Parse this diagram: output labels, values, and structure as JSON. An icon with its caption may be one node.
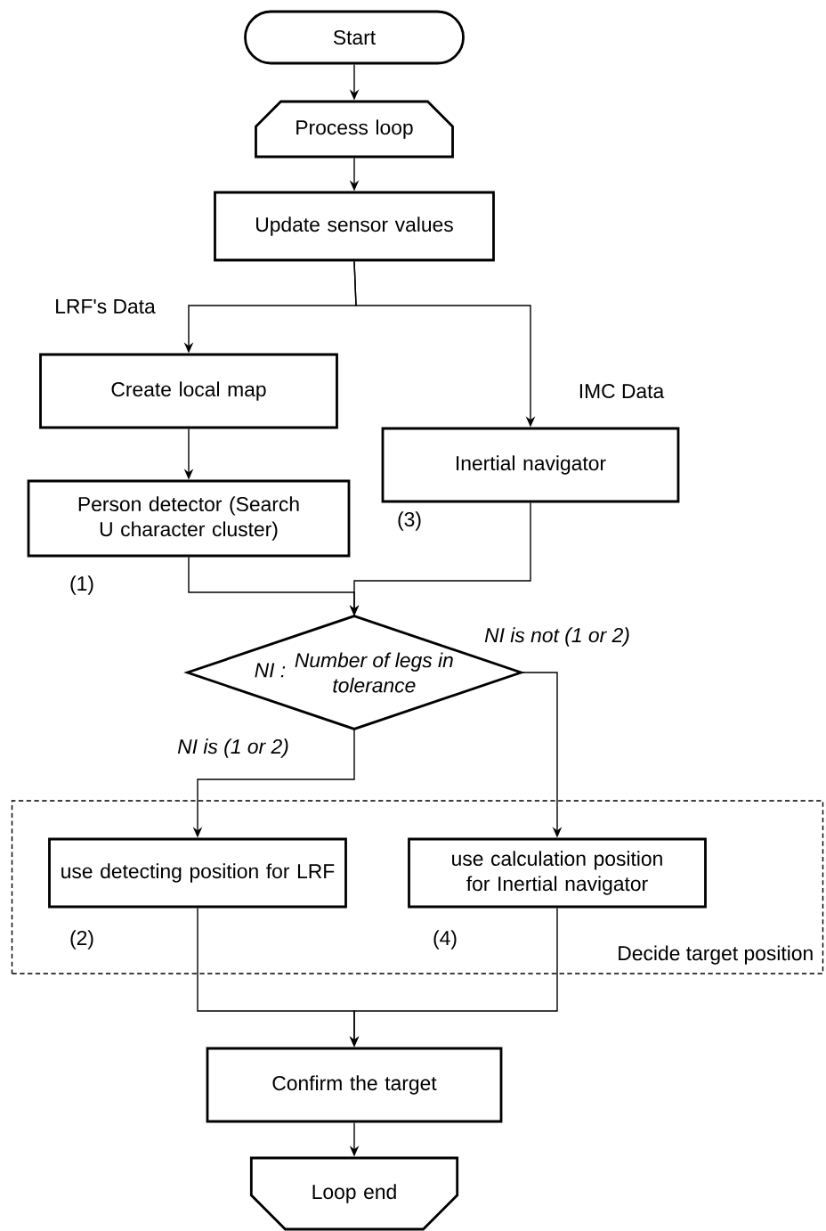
{
  "diagram": {
    "nodes": [
      {
        "text": [
          "Start"
        ]
      },
      {
        "text": [
          "Process loop"
        ]
      },
      {
        "text": [
          "Update sensor values"
        ]
      },
      {
        "text": [
          "Create local map"
        ]
      },
      {
        "text": [
          "Inertial navigator"
        ],
        "beside": [
          "(3)"
        ]
      },
      {
        "text": [
          "Person detector (Search U character cluster)"
        ],
        "beside": [
          "(1)"
        ]
      },
      {
        "text": [
          "NI :",
          "Number of legs in tolerance"
        ]
      },
      {
        "text": [
          "Decide target position"
        ]
      },
      {
        "text": [
          "use detecting position for  LRF"
        ],
        "in": 7,
        "beside": [
          "(2)"
        ]
      },
      {
        "text": [
          "use calculation position for Inertial navigator"
        ],
        "in": 7,
        "beside": [
          "(4)"
        ]
      },
      {
        "text": [
          "Confirm the target"
        ]
      },
      {
        "text": [
          "Loop end"
        ]
      }
    ],
    "edges": [
      {
        "from": 0,
        "to": 1,
        "arrow": "to"
      },
      {
        "from": 1,
        "to": 2,
        "arrow": "to"
      },
      {
        "from": 2,
        "to": 3,
        "arrow": "to",
        "label": "LRF's Data"
      },
      {
        "from": 2,
        "to": 4,
        "arrow": "to",
        "label": "IMC Data"
      },
      {
        "from": 3,
        "to": 5,
        "arrow": "to"
      },
      {
        "from": 5,
        "to": 6,
        "arrow": "to"
      },
      {
        "from": 4,
        "to": 6,
        "arrow": "to"
      },
      {
        "from": 6,
        "to": 8,
        "arrow": "to",
        "label": "NI is (1 or 2)"
      },
      {
        "from": 6,
        "to": 9,
        "arrow": "to",
        "label": "NI is not (1 or 2)"
      },
      {
        "from": 8,
        "to": 10,
        "arrow": "to"
      },
      {
        "from": 9,
        "to": 10,
        "arrow": "to"
      },
      {
        "from": 10,
        "to": 11,
        "arrow": "to"
      }
    ]
  }
}
